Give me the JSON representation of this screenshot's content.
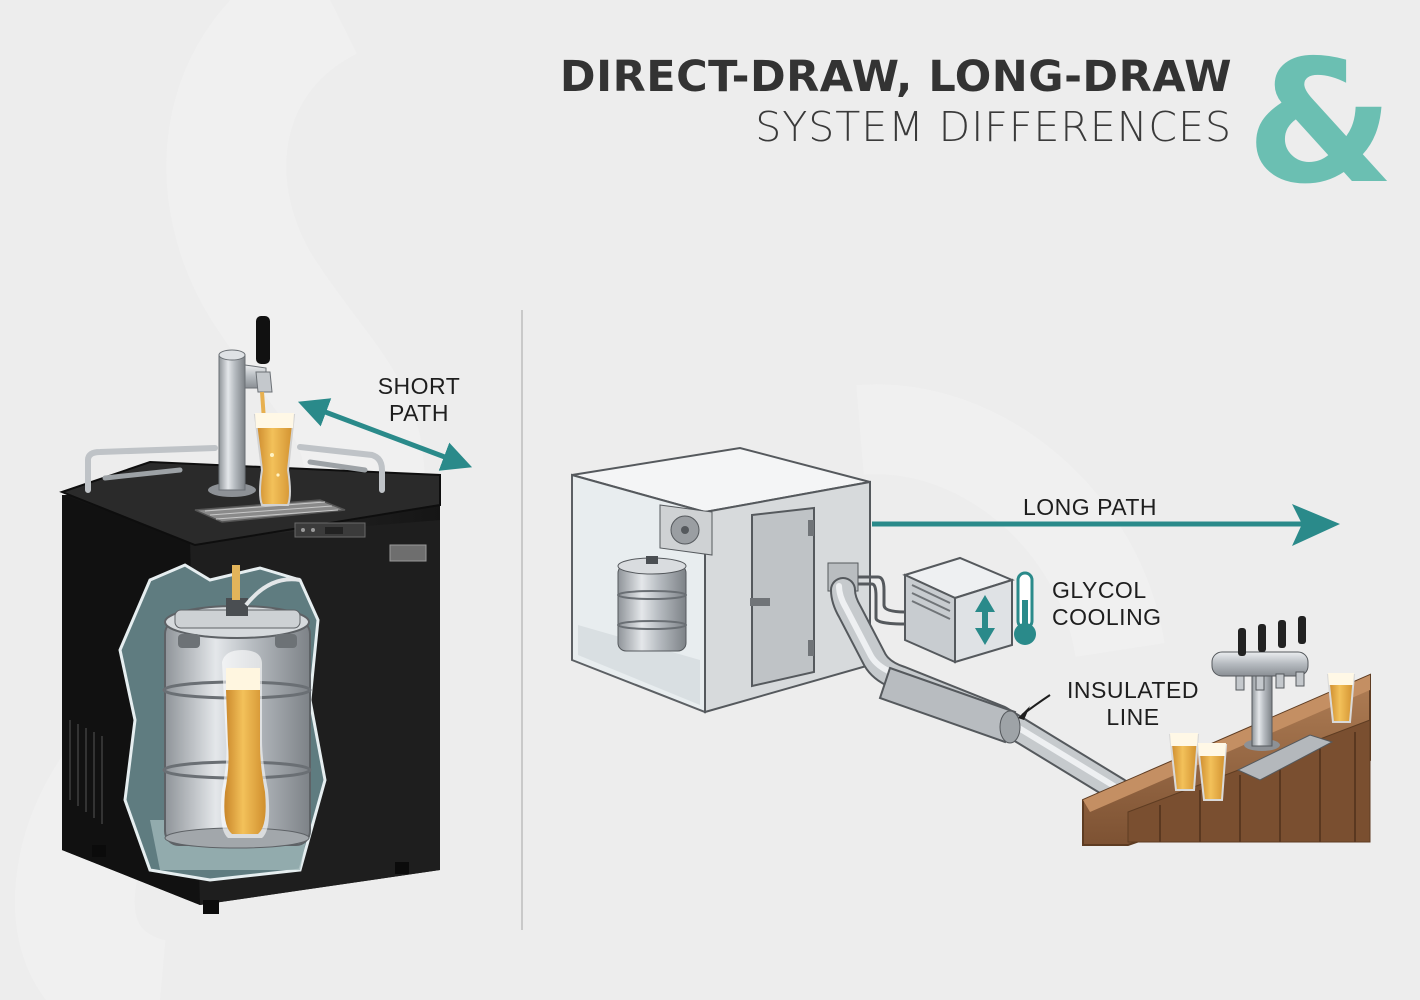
{
  "header": {
    "title_line1": "DIRECT-DRAW, LONG-DRAW",
    "title_line2": "SYSTEM DIFFERENCES",
    "ampersand": "&"
  },
  "labels": {
    "short_path": [
      "SHORT",
      "PATH"
    ],
    "long_path": "LONG PATH",
    "glycol_cooling": [
      "GLYCOL",
      "COOLING"
    ],
    "insulated_line": [
      "INSULATED",
      "LINE"
    ]
  },
  "colors": {
    "background": "#ededed",
    "accent_teal": "#2a8a8a",
    "ampersand_teal": "#6bbfb2",
    "kegerator_body": "#1c1c1c",
    "beer": "#e8a83a",
    "bar_wood": "#9a6a45",
    "steel": "#b9bdc1"
  },
  "icons": {
    "thermometer": "thermometer-icon",
    "up_down_arrow": "up-down-arrow-icon"
  }
}
